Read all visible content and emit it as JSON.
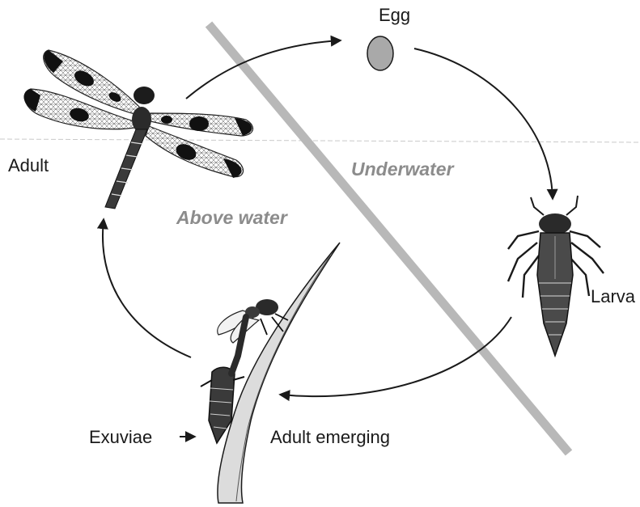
{
  "labels": {
    "egg": "Egg",
    "adult": "Adult",
    "larva": "Larva",
    "exuviae": "Exuviae",
    "adult_emerging": "Adult emerging"
  },
  "zones": {
    "above": "Above water",
    "under": "Underwater"
  },
  "colors": {
    "ink": "#1a1a1a",
    "divider": "#b8b8b8",
    "zone_text": "#8c8c8c",
    "egg_fill": "#a9a9a9",
    "wing_spot": "#111111"
  },
  "icons": [
    "dragonfly-adult-icon",
    "egg-icon",
    "larva-icon",
    "emerging-adult-icon",
    "exuviae-icon",
    "reed-stem-icon"
  ]
}
